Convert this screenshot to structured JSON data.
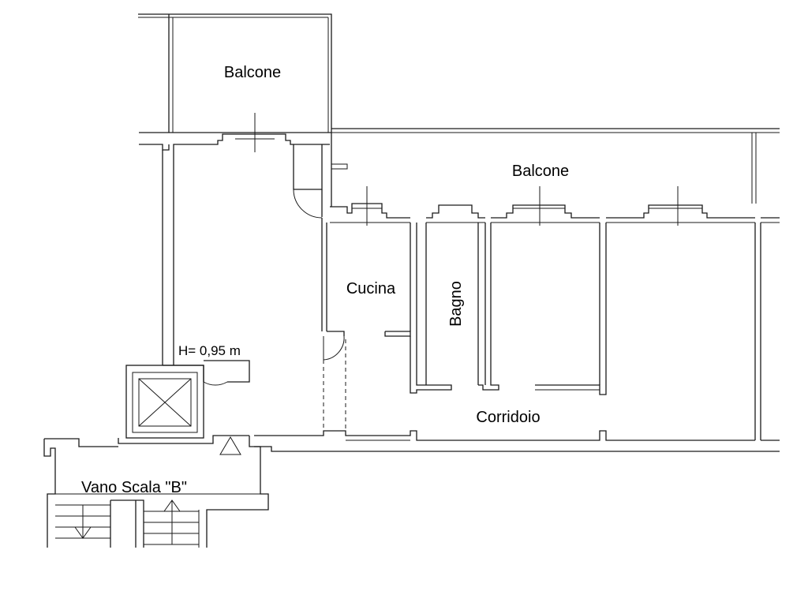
{
  "plan": {
    "labels": {
      "balcone_top": "Balcone",
      "balcone_main": "Balcone",
      "cucina": "Cucina",
      "bagno": "Bagno",
      "corridoio": "Corridoio",
      "vano_scala": "Vano Scala \"B\"",
      "height_note": "H= 0,95 m"
    }
  },
  "colors": {
    "line": "#1a1a1a",
    "background": "#ffffff"
  }
}
